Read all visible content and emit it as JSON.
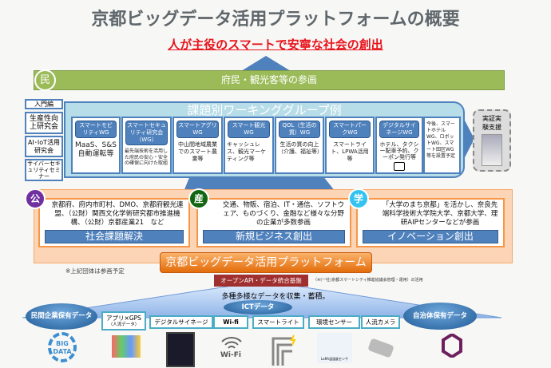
{
  "title": "京都ビッグデータ活用プラットフォームの概要",
  "goal": "人が主役のスマートで安寧な社会の創出",
  "citizen": {
    "badge": "民",
    "label": "府民・観光客等の参画"
  },
  "side": [
    "入門編",
    "生産性向上研究会",
    "AI･IoT活用研究会",
    "サイバーセキュリティセミナー"
  ],
  "wg_title": "課題別ワーキンググループ例",
  "wg": [
    {
      "head": "スマートモビリティWG",
      "body": "MaaS、S&S自動運転等"
    },
    {
      "head": "スマートセキュリティ研究会（WG）",
      "body": "最先端技術を活用した府民の安心・安全の確保に向けた取組"
    },
    {
      "head": "スマートアグリWG",
      "body": "中山間地域農業でのスマート農業等"
    },
    {
      "head": "スマート観光WG",
      "body": "キャッシュレス、観光マーケティング等"
    },
    {
      "head": "QOL（生活の質）WG",
      "body": "生活の質の向上（介護、福祉等）"
    },
    {
      "head": "スマートパークWG",
      "body": "スマートライト、LPWA活用等"
    },
    {
      "head": "デジタルサイネージWG",
      "body": "ホテル、タクシー配車予約、クーポン発行等"
    },
    {
      "head": "",
      "body": "今後、スマートホテルWG、ロボットWG、スマート田区WG等を設置予定"
    }
  ],
  "support": "実証実験支援",
  "sectors": [
    {
      "badge": "公",
      "text": "京都府、府内市町村、DMO、京都府観光連盟、（公財）関西文化学術研究都市推進機構、（公財）京都産業21　など",
      "label": "社会課題解決",
      "color": "#7030a0"
    },
    {
      "badge": "産",
      "text": "交通、物販、宿泊、IT・通信、ソフトウェア、ものづくり、金融など様々な分野の企業が多数参画",
      "label": "新規ビジネス創出",
      "color": "#116611"
    },
    {
      "badge": "学",
      "text": "「大学のまち京都」を活かし、奈良先端科学技術大学院大学、京都大学、理研AIPセンターなどが参画",
      "label": "イノベーション創出",
      "color": "#33c3f0"
    }
  ],
  "platform": "京都ビッグデータ活用プラットフォーム",
  "note": "※上記団体は参画予定",
  "api": "オープンAPI・データ統合基盤",
  "api_note": "（※(一社)京都スマートシティ推進協議会管理・運用）の活用",
  "collect": "多種多様なデータを収集・蓄積。",
  "ovals": {
    "private": "民間企業保有データ",
    "ict": "ICTデータ",
    "gov": "自治体保有データ"
  },
  "ict_items": [
    "アプリ×GPS",
    "（人流データ）",
    "デジタルサイネージ",
    "Wi-fi",
    "スマートライト",
    "環境センサー",
    "人流カメラ"
  ],
  "icons": {
    "bigdata": "BIG DATA",
    "wifi": "Wi-Fi",
    "sensor": "LoRA温湿度センサ"
  }
}
